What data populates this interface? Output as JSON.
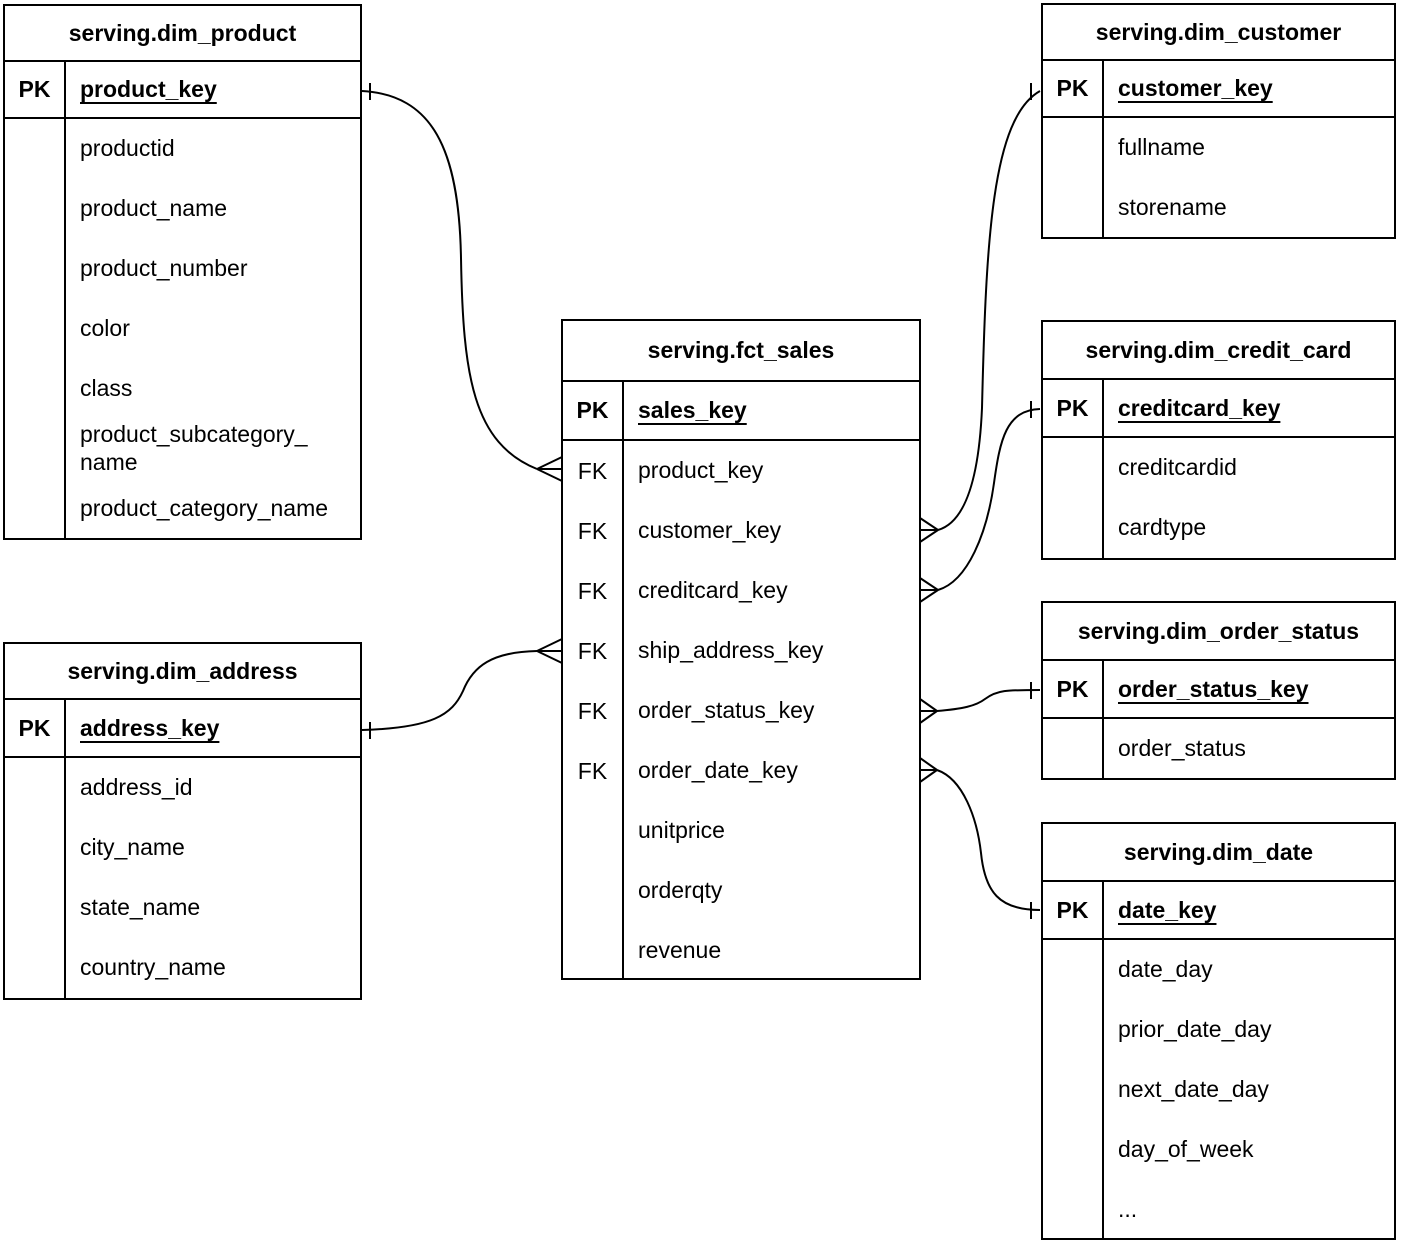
{
  "tables": {
    "dim_product": {
      "title": "serving.dim_product",
      "pk_label": "PK",
      "pk_field": "product_key",
      "fields": [
        {
          "tag": "",
          "name": "productid"
        },
        {
          "tag": "",
          "name": "product_name"
        },
        {
          "tag": "",
          "name": "product_number"
        },
        {
          "tag": "",
          "name": "color"
        },
        {
          "tag": "",
          "name": "class"
        },
        {
          "tag": "",
          "name": "product_subcategory_\nname"
        },
        {
          "tag": "",
          "name": "product_category_name"
        }
      ]
    },
    "dim_address": {
      "title": "serving.dim_address",
      "pk_label": "PK",
      "pk_field": "address_key",
      "fields": [
        {
          "tag": "",
          "name": "address_id"
        },
        {
          "tag": "",
          "name": "city_name"
        },
        {
          "tag": "",
          "name": "state_name"
        },
        {
          "tag": "",
          "name": "country_name"
        }
      ]
    },
    "fct_sales": {
      "title": "serving.fct_sales",
      "pk_label": "PK",
      "pk_field": "sales_key",
      "fields": [
        {
          "tag": "FK",
          "name": "product_key"
        },
        {
          "tag": "FK",
          "name": "customer_key"
        },
        {
          "tag": "FK",
          "name": "creditcard_key"
        },
        {
          "tag": "FK",
          "name": "ship_address_key"
        },
        {
          "tag": "FK",
          "name": "order_status_key"
        },
        {
          "tag": "FK",
          "name": "order_date_key"
        },
        {
          "tag": "",
          "name": "unitprice"
        },
        {
          "tag": "",
          "name": "orderqty"
        },
        {
          "tag": "",
          "name": "revenue"
        }
      ]
    },
    "dim_customer": {
      "title": "serving.dim_customer",
      "pk_label": "PK",
      "pk_field": "customer_key",
      "fields": [
        {
          "tag": "",
          "name": "fullname"
        },
        {
          "tag": "",
          "name": "storename"
        }
      ]
    },
    "dim_credit_card": {
      "title": "serving.dim_credit_card",
      "pk_label": "PK",
      "pk_field": "creditcard_key",
      "fields": [
        {
          "tag": "",
          "name": "creditcardid"
        },
        {
          "tag": "",
          "name": "cardtype"
        }
      ]
    },
    "dim_order_status": {
      "title": "serving.dim_order_status",
      "pk_label": "PK",
      "pk_field": "order_status_key",
      "fields": [
        {
          "tag": "",
          "name": "order_status"
        }
      ]
    },
    "dim_date": {
      "title": "serving.dim_date",
      "pk_label": "PK",
      "pk_field": "date_key",
      "fields": [
        {
          "tag": "",
          "name": "date_day"
        },
        {
          "tag": "",
          "name": "prior_date_day"
        },
        {
          "tag": "",
          "name": "next_date_day"
        },
        {
          "tag": "",
          "name": "day_of_week"
        },
        {
          "tag": "",
          "name": "..."
        }
      ]
    }
  },
  "relationships": [
    {
      "from_table": "serving.fct_sales",
      "from_field": "product_key",
      "from_cardinality": "many",
      "to_table": "serving.dim_product",
      "to_field": "product_key",
      "to_cardinality": "one"
    },
    {
      "from_table": "serving.fct_sales",
      "from_field": "ship_address_key",
      "from_cardinality": "many",
      "to_table": "serving.dim_address",
      "to_field": "address_key",
      "to_cardinality": "one"
    },
    {
      "from_table": "serving.fct_sales",
      "from_field": "customer_key",
      "from_cardinality": "many",
      "to_table": "serving.dim_customer",
      "to_field": "customer_key",
      "to_cardinality": "one"
    },
    {
      "from_table": "serving.fct_sales",
      "from_field": "creditcard_key",
      "from_cardinality": "many",
      "to_table": "serving.dim_credit_card",
      "to_field": "creditcard_key",
      "to_cardinality": "one"
    },
    {
      "from_table": "serving.fct_sales",
      "from_field": "order_status_key",
      "from_cardinality": "many",
      "to_table": "serving.dim_order_status",
      "to_field": "order_status_key",
      "to_cardinality": "one"
    },
    {
      "from_table": "serving.fct_sales",
      "from_field": "order_date_key",
      "from_cardinality": "many",
      "to_table": "serving.dim_date",
      "to_field": "date_key",
      "to_cardinality": "one"
    }
  ]
}
